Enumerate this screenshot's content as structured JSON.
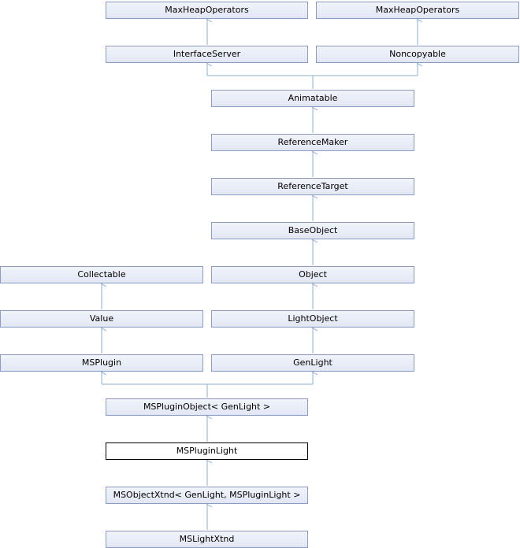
{
  "diagram": {
    "nodes": {
      "maxheap1": "MaxHeapOperators",
      "maxheap2": "MaxHeapOperators",
      "interfaceserver": "InterfaceServer",
      "noncopyable": "Noncopyable",
      "animatable": "Animatable",
      "referencemaker": "ReferenceMaker",
      "referencetarget": "ReferenceTarget",
      "baseobject": "BaseObject",
      "collectable": "Collectable",
      "object": "Object",
      "value": "Value",
      "lightobject": "LightObject",
      "msplugin": "MSPlugin",
      "genlight": "GenLight",
      "mspluginobject": "MSPluginObject< GenLight >",
      "msppluginlight": "MSPluginLight",
      "msobjectxtnd": "MSObjectXtnd< GenLight, MSPluginLight >",
      "mslightxtnd": "MSLightXtnd"
    },
    "edge_color": "#8ab0d6",
    "current_node": "msppluginlight"
  }
}
